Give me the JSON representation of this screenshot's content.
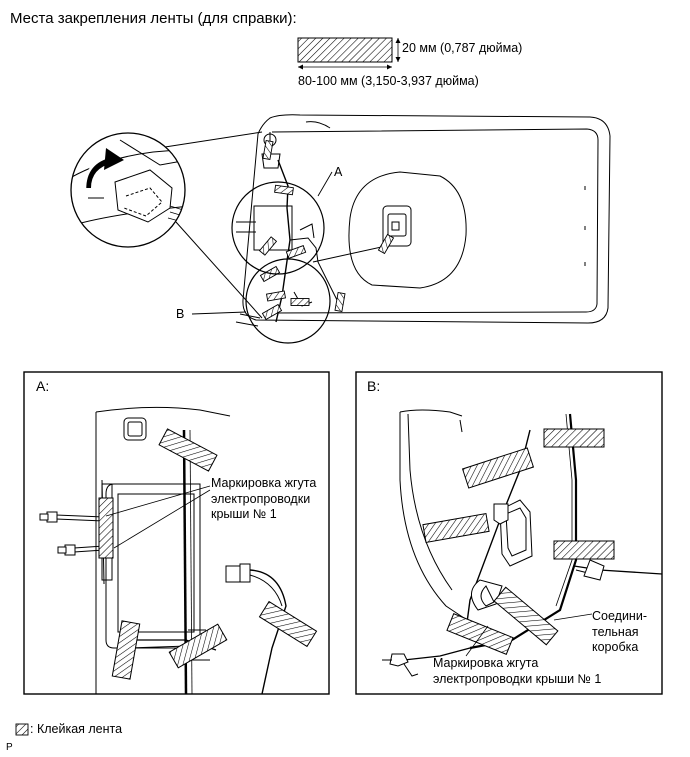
{
  "title": "Места закрепления ленты (для справки):",
  "dimensions": {
    "width_label": "20 мм (0,787 дюйма)",
    "length_label": "80-100 мм (3,150-3,937 дюйма)"
  },
  "overview": {
    "callout_a": "A",
    "callout_b": "B"
  },
  "panel_a": {
    "title": "A:",
    "annotation_lines": [
      "Маркировка жгута",
      "электропроводки",
      "крыши № 1"
    ]
  },
  "panel_b": {
    "title": "B:",
    "junction_lines": [
      "Соедини-",
      "тельная",
      "коробка"
    ],
    "marking_lines": [
      "Маркировка жгута",
      "электропроводки крыши № 1"
    ]
  },
  "legend": {
    "tape_label": ": Клейкая лента"
  },
  "footer_ref": "P",
  "colors": {
    "line": "#000000",
    "fill_light": "#f2f2f2"
  }
}
